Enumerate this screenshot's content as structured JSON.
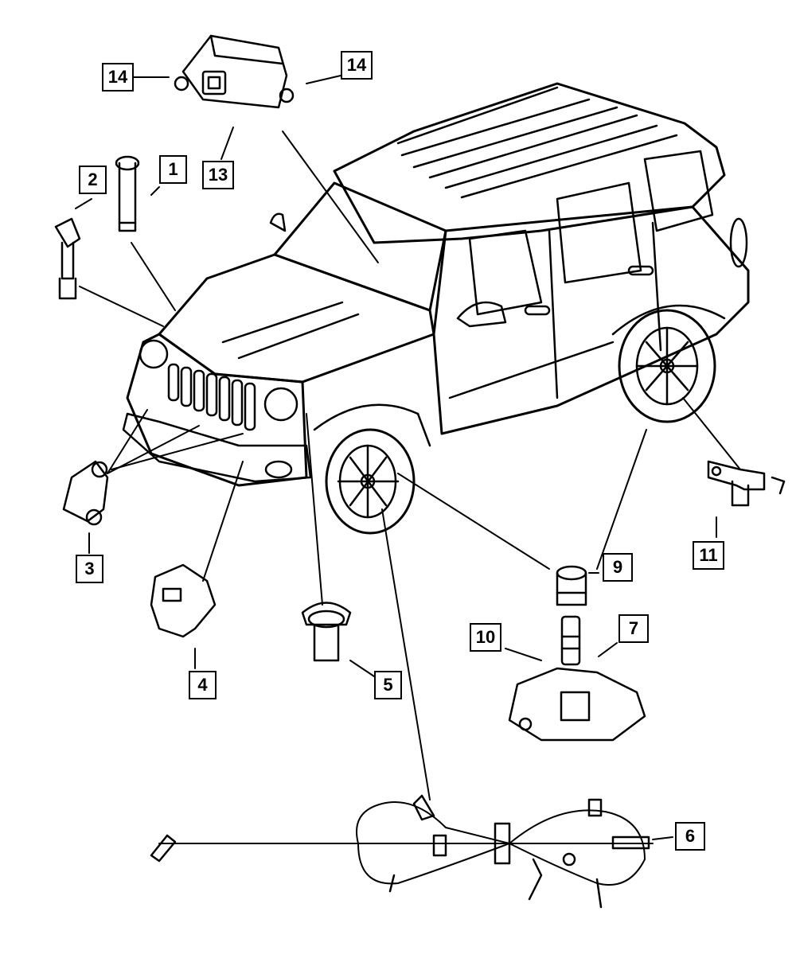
{
  "callouts": [
    {
      "id": "c14a",
      "label": "14"
    },
    {
      "id": "c14b",
      "label": "14"
    },
    {
      "id": "c13",
      "label": "13"
    },
    {
      "id": "c1",
      "label": "1"
    },
    {
      "id": "c2",
      "label": "2"
    },
    {
      "id": "c3",
      "label": "3"
    },
    {
      "id": "c4",
      "label": "4"
    },
    {
      "id": "c5",
      "label": "5"
    },
    {
      "id": "c6",
      "label": "6"
    },
    {
      "id": "c7",
      "label": "7"
    },
    {
      "id": "c9",
      "label": "9"
    },
    {
      "id": "c10",
      "label": "10"
    },
    {
      "id": "c11",
      "label": "11"
    }
  ],
  "colors": {
    "ink": "#000000",
    "paper": "#ffffff"
  }
}
